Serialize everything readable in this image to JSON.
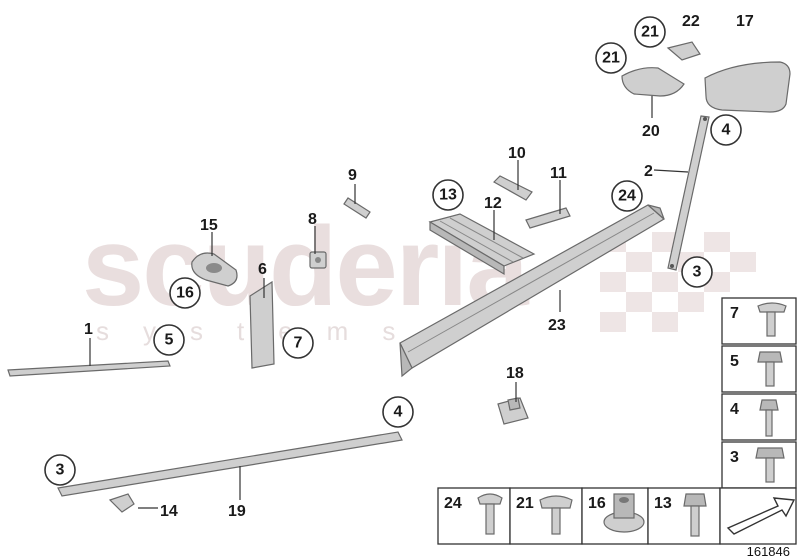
{
  "watermark": {
    "brand": "scuderia",
    "sub": "systems"
  },
  "labels": {
    "p1": "1",
    "p2": "2",
    "p3a": "3",
    "p3b": "3",
    "p4a": "4",
    "p4b": "4",
    "p5": "5",
    "p6": "6",
    "p7": "7",
    "p8": "8",
    "p9": "9",
    "p10": "10",
    "p11": "11",
    "p12": "12",
    "p13": "13",
    "p14": "14",
    "p15": "15",
    "p16": "16",
    "p17": "17",
    "p18": "18",
    "p19": "19",
    "p20": "20",
    "p21a": "21",
    "p21b": "21",
    "p22": "22",
    "p23": "23",
    "p24": "24"
  },
  "fastener_column": [
    "7",
    "5",
    "4",
    "3"
  ],
  "fastener_row": [
    "24",
    "21",
    "16",
    "13"
  ],
  "diagram_ref": "161846"
}
